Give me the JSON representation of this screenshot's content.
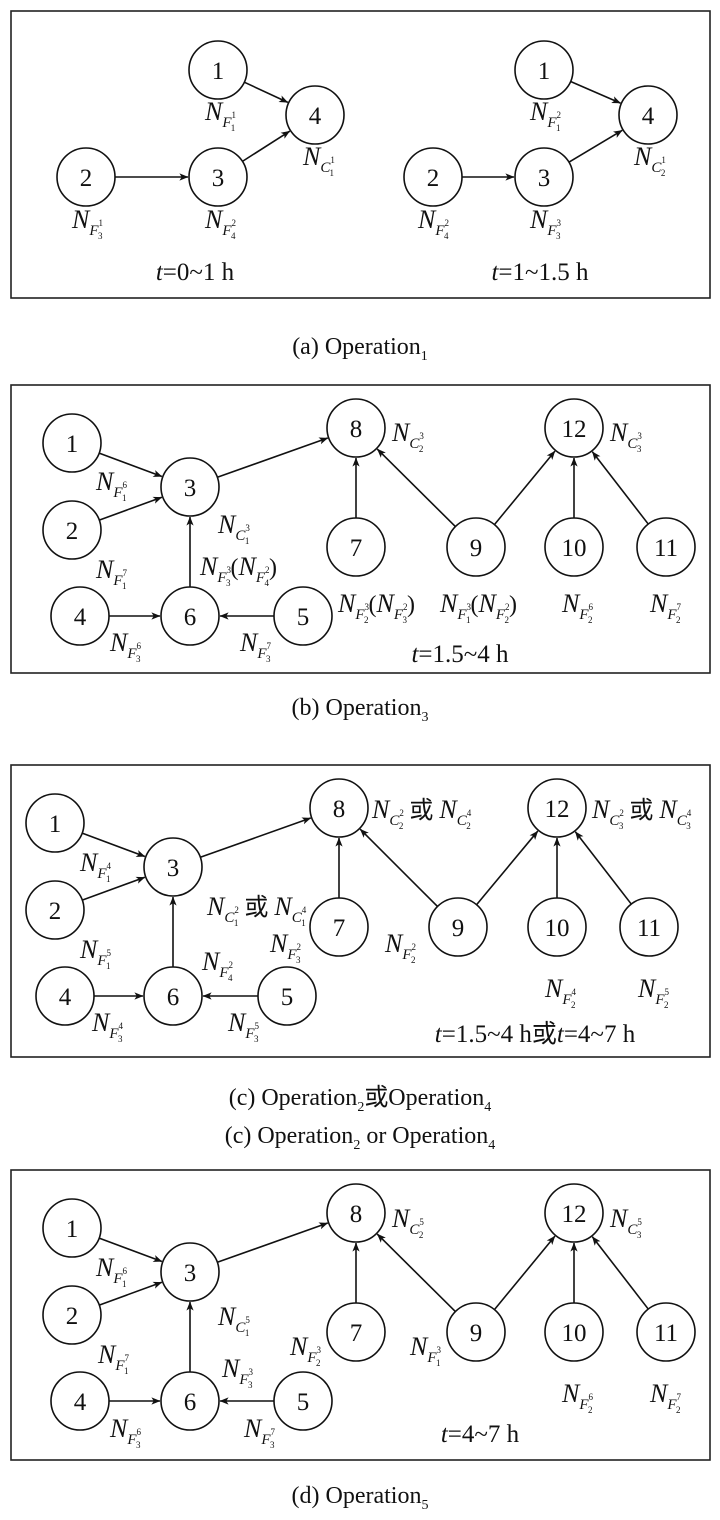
{
  "figure": {
    "panels": [
      {
        "id": "a",
        "caption": [
          {
            "text": "(a) Operation",
            "sub": "1"
          }
        ],
        "subgraphs": [
          {
            "time_label": "t=0~1 h",
            "nodes": [
              {
                "id": "1",
                "label": {
                  "main": "N",
                  "sub": "F",
                  "subsub": "1",
                  "sup": "1"
                }
              },
              {
                "id": "2",
                "label": {
                  "main": "N",
                  "sub": "F",
                  "subsub": "3",
                  "sup": "1"
                }
              },
              {
                "id": "3",
                "label": {
                  "main": "N",
                  "sub": "F",
                  "subsub": "4",
                  "sup": "2"
                }
              },
              {
                "id": "4",
                "label": {
                  "main": "N",
                  "sub": "C",
                  "subsub": "1",
                  "sup": "1"
                }
              }
            ],
            "edges": [
              [
                "1",
                "4"
              ],
              [
                "2",
                "3"
              ],
              [
                "3",
                "4"
              ]
            ]
          },
          {
            "time_label": "t=1~1.5 h",
            "nodes": [
              {
                "id": "1",
                "label": {
                  "main": "N",
                  "sub": "F",
                  "subsub": "1",
                  "sup": "2"
                }
              },
              {
                "id": "2",
                "label": {
                  "main": "N",
                  "sub": "F",
                  "subsub": "4",
                  "sup": "2"
                }
              },
              {
                "id": "3",
                "label": {
                  "main": "N",
                  "sub": "F",
                  "subsub": "3",
                  "sup": "3"
                }
              },
              {
                "id": "4",
                "label": {
                  "main": "N",
                  "sub": "C",
                  "subsub": "2",
                  "sup": "1"
                }
              }
            ],
            "edges": [
              [
                "1",
                "4"
              ],
              [
                "2",
                "3"
              ],
              [
                "3",
                "4"
              ]
            ]
          }
        ]
      },
      {
        "id": "b",
        "caption": [
          {
            "text": "(b) Operation",
            "sub": "3"
          }
        ],
        "time_label": "t=1.5~4 h",
        "labels": {
          "1": [
            {
              "main": "N",
              "sub": "F",
              "subsub": "1",
              "sup": "6"
            }
          ],
          "2": [
            {
              "main": "N",
              "sub": "F",
              "subsub": "1",
              "sup": "7"
            }
          ],
          "3": [
            {
              "main": "N",
              "sub": "C",
              "subsub": "1",
              "sup": "3"
            }
          ],
          "4": [
            {
              "main": "N",
              "sub": "F",
              "subsub": "3",
              "sup": "6"
            }
          ],
          "5": [
            {
              "main": "N",
              "sub": "F",
              "subsub": "3",
              "sup": "7"
            }
          ],
          "6": [
            {
              "main": "N",
              "sub": "F",
              "subsub": "3",
              "sup": "3"
            },
            {
              "paren": "N",
              "sub": "F",
              "subsub": "4",
              "sup": "2"
            }
          ],
          "7": [
            {
              "main": "N",
              "sub": "F",
              "subsub": "2",
              "sup": "3"
            },
            {
              "paren": "N",
              "sub": "F",
              "subsub": "3",
              "sup": "2"
            }
          ],
          "8": [
            {
              "main": "N",
              "sub": "C",
              "subsub": "2",
              "sup": "3"
            }
          ],
          "9": [
            {
              "main": "N",
              "sub": "F",
              "subsub": "1",
              "sup": "3"
            },
            {
              "paren": "N",
              "sub": "F",
              "subsub": "2",
              "sup": "2"
            }
          ],
          "10": [
            {
              "main": "N",
              "sub": "F",
              "subsub": "2",
              "sup": "6"
            }
          ],
          "11": [
            {
              "main": "N",
              "sub": "F",
              "subsub": "2",
              "sup": "7"
            }
          ],
          "12": [
            {
              "main": "N",
              "sub": "C",
              "subsub": "3",
              "sup": "3"
            }
          ]
        }
      },
      {
        "id": "c",
        "caption": [
          {
            "text": "(c) Operation",
            "sub": "2",
            "join": "或",
            "text2": "Operation",
            "sub2": "4"
          },
          {
            "text": "(c) Operation",
            "sub": "2",
            "join": " or ",
            "text2": "Operation",
            "sub2": "4"
          }
        ],
        "time_label": "t=1.5~4 h或t=4~7 h",
        "or_word": "或",
        "labels": {
          "1": [
            {
              "main": "N",
              "sub": "F",
              "subsub": "1",
              "sup": "4"
            }
          ],
          "2": [
            {
              "main": "N",
              "sub": "F",
              "subsub": "1",
              "sup": "5"
            }
          ],
          "3": [
            {
              "main": "N",
              "sub": "C",
              "subsub": "1",
              "sup": "2"
            },
            {
              "or": "N",
              "sub": "C",
              "subsub": "1",
              "sup": "4"
            }
          ],
          "4": [
            {
              "main": "N",
              "sub": "F",
              "subsub": "3",
              "sup": "4"
            }
          ],
          "5": [
            {
              "main": "N",
              "sub": "F",
              "subsub": "3",
              "sup": "5"
            }
          ],
          "6": [
            {
              "main": "N",
              "sub": "F",
              "subsub": "4",
              "sup": "2"
            }
          ],
          "7": [
            {
              "main": "N",
              "sub": "F",
              "subsub": "3",
              "sup": "2"
            }
          ],
          "8": [
            {
              "main": "N",
              "sub": "C",
              "subsub": "2",
              "sup": "2"
            },
            {
              "or": "N",
              "sub": "C",
              "subsub": "2",
              "sup": "4"
            }
          ],
          "9": [
            {
              "main": "N",
              "sub": "F",
              "subsub": "2",
              "sup": "2"
            }
          ],
          "10": [
            {
              "main": "N",
              "sub": "F",
              "subsub": "2",
              "sup": "4"
            }
          ],
          "11": [
            {
              "main": "N",
              "sub": "F",
              "subsub": "2",
              "sup": "5"
            }
          ],
          "12": [
            {
              "main": "N",
              "sub": "C",
              "subsub": "3",
              "sup": "2"
            },
            {
              "or": "N",
              "sub": "C",
              "subsub": "3",
              "sup": "4"
            }
          ]
        }
      },
      {
        "id": "d",
        "caption": [
          {
            "text": "(d) Operation",
            "sub": "5"
          }
        ],
        "time_label": "t=4~7 h",
        "labels": {
          "1": [
            {
              "main": "N",
              "sub": "F",
              "subsub": "1",
              "sup": "6"
            }
          ],
          "2": [
            {
              "main": "N",
              "sub": "F",
              "subsub": "1",
              "sup": "7"
            }
          ],
          "3": [
            {
              "main": "N",
              "sub": "C",
              "subsub": "1",
              "sup": "5"
            }
          ],
          "4": [
            {
              "main": "N",
              "sub": "F",
              "subsub": "3",
              "sup": "6"
            }
          ],
          "5": [
            {
              "main": "N",
              "sub": "F",
              "subsub": "3",
              "sup": "7"
            }
          ],
          "6": [
            {
              "main": "N",
              "sub": "F",
              "subsub": "3",
              "sup": "3"
            }
          ],
          "7": [
            {
              "main": "N",
              "sub": "F",
              "subsub": "2",
              "sup": "3"
            }
          ],
          "8": [
            {
              "main": "N",
              "sub": "C",
              "subsub": "2",
              "sup": "5"
            }
          ],
          "9": [
            {
              "main": "N",
              "sub": "F",
              "subsub": "1",
              "sup": "3"
            }
          ],
          "10": [
            {
              "main": "N",
              "sub": "F",
              "subsub": "2",
              "sup": "6"
            }
          ],
          "11": [
            {
              "main": "N",
              "sub": "F",
              "subsub": "2",
              "sup": "7"
            }
          ],
          "12": [
            {
              "main": "N",
              "sub": "C",
              "subsub": "3",
              "sup": "5"
            }
          ]
        }
      }
    ],
    "large_graph_edges": [
      [
        "1",
        "3"
      ],
      [
        "2",
        "3"
      ],
      [
        "6",
        "3"
      ],
      [
        "4",
        "6"
      ],
      [
        "5",
        "6"
      ],
      [
        "3",
        "8"
      ],
      [
        "7",
        "8"
      ],
      [
        "9",
        "8"
      ],
      [
        "9",
        "12"
      ],
      [
        "10",
        "12"
      ],
      [
        "11",
        "12"
      ]
    ]
  }
}
